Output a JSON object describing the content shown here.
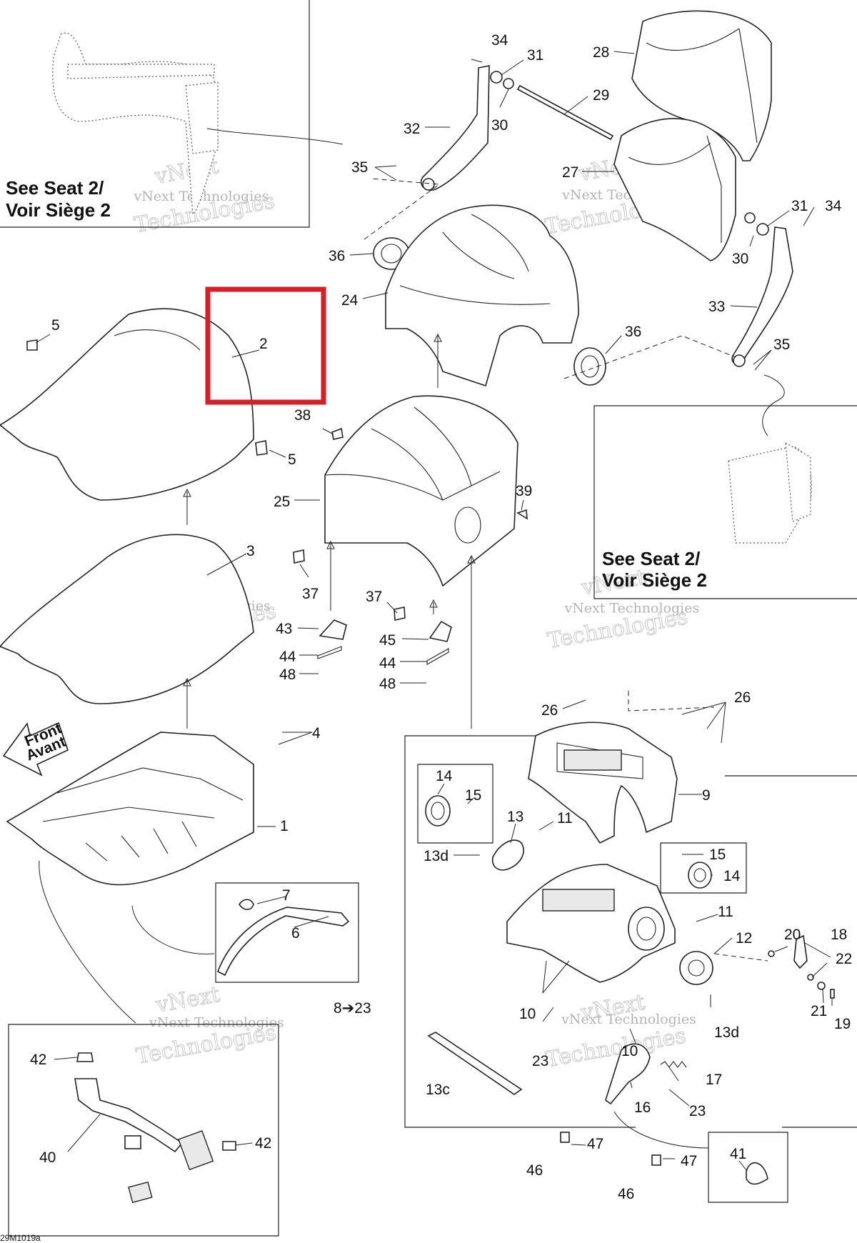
{
  "labels": {
    "l34a": "34",
    "l31a": "31",
    "l28": "28",
    "l29": "29",
    "l32": "32",
    "l30a": "30",
    "l35a": "35",
    "l27": "27",
    "l31b": "31",
    "l34b": "34",
    "l36a": "36",
    "l30b": "30",
    "l24": "24",
    "l33": "33",
    "l5a": "5",
    "l2": "2",
    "l36b": "36",
    "l35b": "35",
    "l38": "38",
    "l5b": "5",
    "l25": "25",
    "l39": "39",
    "l3": "3",
    "l37a": "37",
    "l37b": "37",
    "l43": "43",
    "l45": "45",
    "l44a": "44",
    "l44b": "44",
    "l48a": "48",
    "l48b": "48",
    "l26a": "26",
    "l26b": "26",
    "l4": "4",
    "l9": "9",
    "l14a": "14",
    "l15a": "15",
    "l13": "13",
    "l11a": "11",
    "l1": "1",
    "l13d_a": "13d",
    "l15b": "15",
    "l14b": "14",
    "l7": "7",
    "l11b": "11",
    "l12": "12",
    "l20": "20",
    "l18": "18",
    "l22": "22",
    "l6": "6",
    "l10a": "10",
    "l8_23": "8➔23",
    "l21": "21",
    "l19": "19",
    "l13d_b": "13d",
    "l42a": "42",
    "l23a": "23",
    "l10b": "10",
    "l17": "17",
    "l16": "16",
    "l13c": "13c",
    "l23b": "23",
    "l42b": "42",
    "l40": "40",
    "l41": "41",
    "l47a": "47",
    "l47b": "47",
    "l46a": "46",
    "l46b": "46"
  },
  "see_seat": {
    "a_line1": "See Seat 2/",
    "a_line2": "Voir Siège 2",
    "b_line1": "See Seat 2/",
    "b_line2": "Voir Siège 2"
  },
  "front": {
    "line1": "Front",
    "line2": "Avant"
  },
  "watermark": {
    "line1": "vNext",
    "line2": "vNext Technologies",
    "line3": "Technologies"
  },
  "drawing_code": "29M1019a",
  "colors": {
    "highlight": "#d61f26",
    "ink": "#222222"
  }
}
